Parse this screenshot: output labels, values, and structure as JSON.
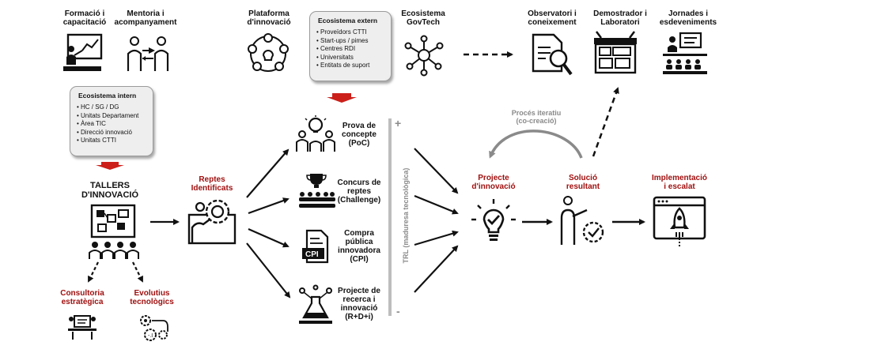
{
  "top": {
    "formacio": "Formació i\ncapacitació",
    "mentoria": "Mentoria i\nacompanyament",
    "plataforma": "Plataforma\nd'innovació",
    "govtech": "Ecosistema\nGovTech",
    "observatori": "Observatori i\nconeixement",
    "demostrador": "Demostrador i\nLaboratori",
    "jornades": "Jornades i\nesdeveniments"
  },
  "ecosistema_extern": {
    "title": "Ecosistema extern",
    "items": [
      "Proveïdors CTTI",
      "Start-ups / pimes",
      "Centres RDI",
      "Universitats",
      "Entitats de suport"
    ]
  },
  "ecosistema_intern": {
    "title": "Ecosistema intern",
    "items": [
      "HC / SG / DG",
      "Unitats Departament",
      "Àrea TIC",
      "Direcció innovació",
      "Unitats CTTI"
    ]
  },
  "tallers": "TALLERS\nD'INNOVACIÓ",
  "consultoria": "Consultoria\nestratègica",
  "evolutius": "Evolutius\ntecnològics",
  "reptes": "Reptes\nIdentificats",
  "routes": {
    "poc": "Prova de\nconcepte\n(PoC)",
    "challenge": "Concurs de\nreptes\n(Challenge)",
    "cpi": "Compra\npública\ninnovadora\n(CPI)",
    "rdi": "Projecte de\nrecerca i\ninnovació\n(R+D+i)",
    "cpi_icon_text": "CPI"
  },
  "trl": {
    "label": "TRL (maduresa tecnològica)",
    "plus": "+",
    "minus": "-"
  },
  "projecte": "Projecte\nd'innovació",
  "proces": "Procés iteratiu\n(co-creació)",
  "solucio": "Solució\nresultant",
  "implementacio": "Implementació\ni escalat",
  "colors": {
    "accent_red": "#a01010",
    "arrow_red": "#cc1f1a",
    "grey": "#8a8a8a"
  },
  "icons": [
    "teacher-board-icon",
    "mentoring-icon",
    "network-people-icon",
    "network-hub-icon",
    "document-magnifier-icon",
    "lab-kiosk-icon",
    "audience-screen-icon",
    "workshop-board-icon",
    "consulting-desk-icon",
    "gears-evolution-icon",
    "gear-hand-icon",
    "ideation-people-icon",
    "trophy-crowd-icon",
    "cpi-document-icon",
    "research-flask-icon",
    "lightbulb-check-icon",
    "presenter-gear-icon",
    "rocket-screen-icon"
  ]
}
